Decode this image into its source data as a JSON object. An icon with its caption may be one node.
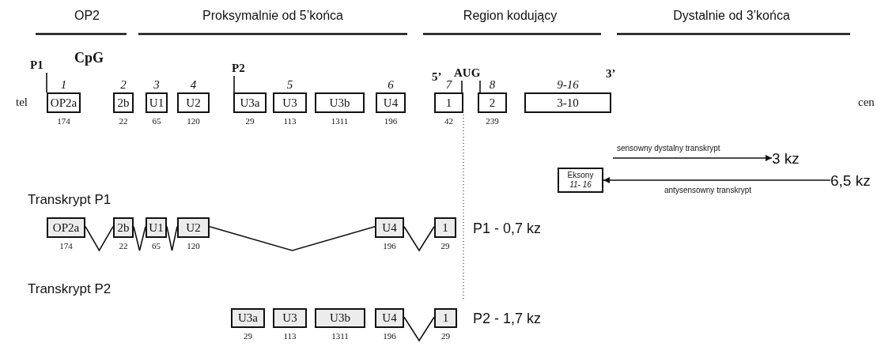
{
  "diagram": {
    "nodes": [
      {
        "text": [
          "OP2a"
        ],
        "beside": [
          "1",
          "174"
        ]
      },
      {
        "text": [
          "2b"
        ],
        "beside": [
          "2",
          "22"
        ]
      },
      {
        "text": [
          "U1"
        ],
        "beside": [
          "3",
          "65"
        ]
      },
      {
        "text": [
          "U2"
        ],
        "beside": [
          "4",
          "120"
        ]
      },
      {
        "text": [
          "U3a"
        ],
        "beside": [
          "29"
        ]
      },
      {
        "text": [
          "U3"
        ],
        "beside": [
          "5",
          "113"
        ]
      },
      {
        "text": [
          "U3b"
        ],
        "beside": [
          "1311"
        ]
      },
      {
        "text": [
          "U4"
        ],
        "beside": [
          "6",
          "196"
        ]
      },
      {
        "text": [
          "1"
        ],
        "beside": [
          "7",
          "42"
        ]
      },
      {
        "text": [
          "2"
        ],
        "beside": [
          "8",
          "239"
        ]
      },
      {
        "text": [
          "3-10"
        ],
        "beside": [
          "9-16"
        ]
      },
      {
        "text": [
          "Eksony",
          "11- 16"
        ]
      },
      {
        "text": [
          "3 kz"
        ]
      },
      {
        "text": [
          "6,5 kz"
        ]
      },
      {
        "text": [
          "OP2a"
        ],
        "beside": [
          "174"
        ]
      },
      {
        "text": [
          "2b"
        ],
        "beside": [
          "22"
        ]
      },
      {
        "text": [
          "U1"
        ],
        "beside": [
          "65"
        ]
      },
      {
        "text": [
          "U2"
        ],
        "beside": [
          "120"
        ]
      },
      {
        "text": [
          "U4"
        ],
        "beside": [
          "196"
        ]
      },
      {
        "text": [
          "1"
        ],
        "beside": [
          "29"
        ]
      },
      {
        "text": [
          "U3a"
        ],
        "beside": [
          "29"
        ]
      },
      {
        "text": [
          "U3"
        ],
        "beside": [
          "113"
        ]
      },
      {
        "text": [
          "U3b"
        ],
        "beside": [
          "1311"
        ]
      },
      {
        "text": [
          "U4"
        ],
        "beside": [
          "196"
        ]
      },
      {
        "text": [
          "1"
        ],
        "beside": [
          "29"
        ]
      },
      {
        "text": [
          "P1"
        ]
      },
      {
        "text": [
          "P2"
        ]
      },
      {
        "text": [
          "AUG"
        ]
      }
    ],
    "edges": [
      {
        "from": 14,
        "to": 15,
        "arrow": "none"
      },
      {
        "from": 15,
        "to": 16,
        "arrow": "none"
      },
      {
        "from": 16,
        "to": 17,
        "arrow": "none"
      },
      {
        "from": 17,
        "to": 18,
        "arrow": "none"
      },
      {
        "from": 18,
        "to": 19,
        "arrow": "none"
      },
      {
        "from": 23,
        "to": 24,
        "arrow": "none"
      },
      {
        "from": null,
        "to": 12,
        "arrow": "to",
        "label": "sensowny dystalny transkrypt"
      },
      {
        "from": 13,
        "to": 11,
        "arrow": "to",
        "label": "antysensowny transkrypt"
      },
      {
        "from": 25,
        "to": 0,
        "arrow": "none"
      },
      {
        "from": 26,
        "to": 4,
        "arrow": "none"
      },
      {
        "from": 27,
        "to": 8,
        "arrow": "none"
      },
      {
        "from": 27,
        "to": 9,
        "arrow": "none"
      }
    ],
    "labels": [
      "OP2",
      "Proksymalnie od 5’końca",
      "Region kodujący",
      "Dystalnie od 3’końca",
      "CpG",
      "5’",
      "3’",
      "tel",
      "cen",
      "Transkrypt P1",
      "P1 - 0,7 kz",
      "Transkrypt P2",
      "P2 - 1,7 kz"
    ]
  }
}
